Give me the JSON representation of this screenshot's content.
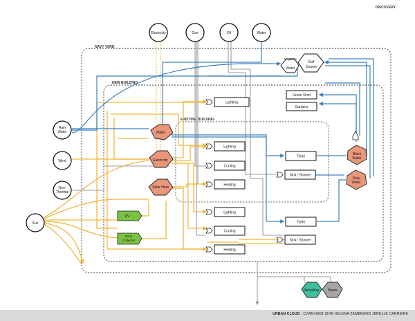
{
  "header": {
    "section": "DISCOVERY"
  },
  "footer": {
    "project": "URBAN CLOUD",
    "authors": "CHANYANG SHIN   HELENA ZAMBRANO   JERELLE CARRIERE"
  },
  "regions": {
    "navy_yard": "NAVY YARD",
    "new_building": "NEW BUILDING",
    "existing_building": "EXISTING BUILDING"
  },
  "sources_top": {
    "electricity": "Electricity",
    "gas": "Gas",
    "oil": "Oil",
    "water": "Water"
  },
  "sources_left": {
    "rain_water": [
      "Rain",
      "Water"
    ],
    "wind": "Wind",
    "geothermal": [
      "Geo-",
      "Thermal"
    ],
    "sun": "Sun"
  },
  "hubs": {
    "water": "Water",
    "electricity": "Electricity",
    "solar_heat": "Solar Heat"
  },
  "generators": {
    "pv": "PV",
    "solar_collector": [
      "Solar",
      "Collector"
    ]
  },
  "new_building_loads": {
    "lighting": "Lighting"
  },
  "existing_loads": {
    "lighting": "Lighting",
    "cooling": "Cooling",
    "heating": "Heating"
  },
  "lower_loads": {
    "lighting": "Lighting",
    "cooling": "Cooling",
    "heating": "Heating"
  },
  "fixtures": {
    "toilet_1": "Toilet",
    "sink_1": "Sink / Shower",
    "toilet_2": "Toilet",
    "sink_2": "Sink / Shower"
  },
  "landscape": {
    "green_roof": "Green Roof",
    "gardens": "Gardens",
    "irrigation": "Irrigation",
    "irrigation_water": "Water",
    "golf": [
      "Golf",
      "Course"
    ]
  },
  "wastewater": {
    "black": [
      "Black",
      "Water"
    ],
    "grey": [
      "Grey",
      "Water"
    ]
  },
  "outputs": {
    "recycling": "Recycling",
    "waste": "Waste"
  },
  "colors": {
    "electric": "#f0b63c",
    "water": "#3a7fc1",
    "gas": "#9a9a9a",
    "hub_fill": "#e9967a",
    "green": "#7cc242",
    "teal": "#3fbf9f",
    "grey": "#a6a6a6"
  }
}
